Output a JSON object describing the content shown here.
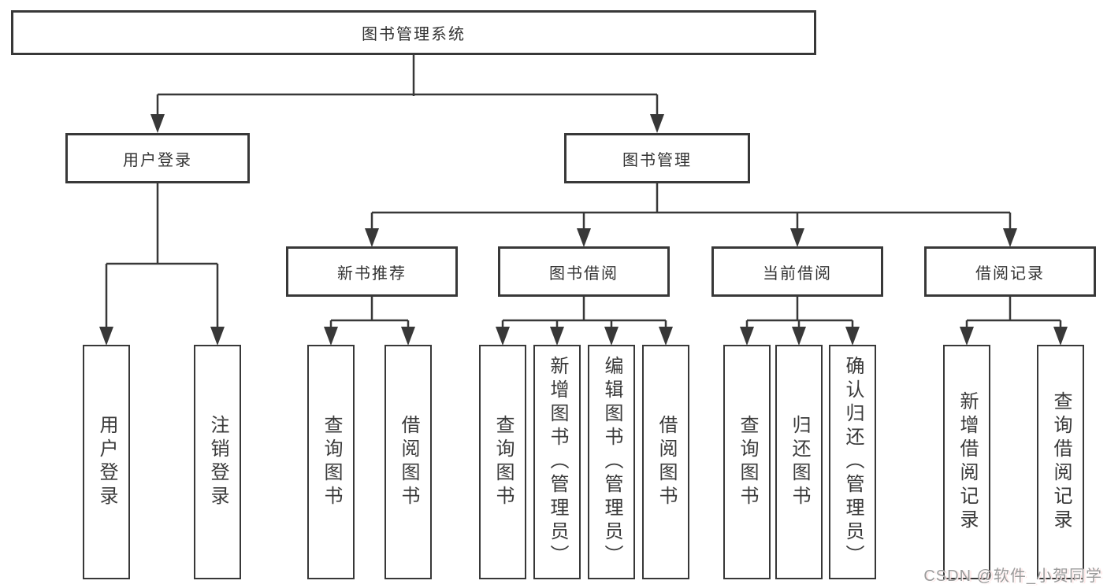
{
  "nodes": {
    "root": "图书管理系统",
    "user_login": "用户登录",
    "book_mgmt": "图书管理",
    "new_books": "新书推荐",
    "book_borrow": "图书借阅",
    "current_borrow": "当前借阅",
    "borrow_records": "借阅记录"
  },
  "leaves": {
    "user_login": [
      "用户登录",
      "注销登录"
    ],
    "new_books": [
      "查询图书",
      "借阅图书"
    ],
    "book_borrow": [
      "查询图书",
      "新增图书（管理员）",
      "编辑图书（管理员）",
      "借阅图书"
    ],
    "current_borrow": [
      "查询图书",
      "归还图书",
      "确认归还（管理员）"
    ],
    "borrow_records": [
      "新增借阅记录",
      "查询借阅记录"
    ]
  },
  "watermark": {
    "text": "CSDN @软件_小贺同学"
  },
  "colors": {
    "line": "#383838",
    "box_border": "#383838",
    "text": "#333333",
    "background": "#ffffff",
    "watermark": "#9b9b9b"
  }
}
